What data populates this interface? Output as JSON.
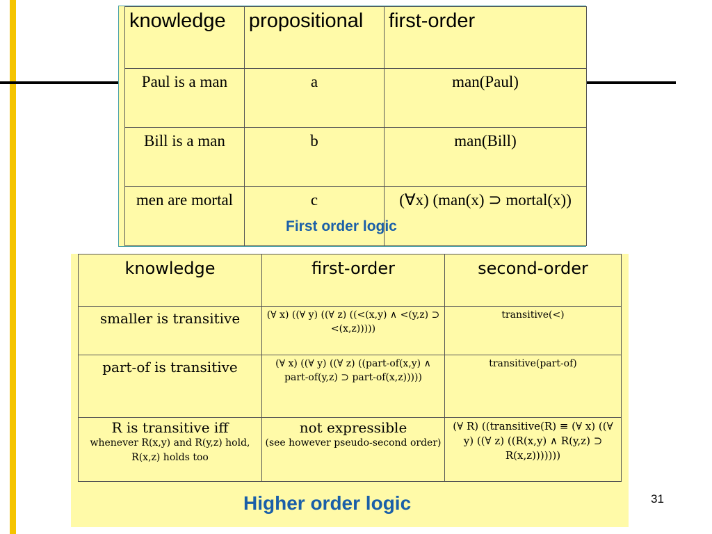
{
  "top_table": {
    "headers": [
      "knowledge",
      "propositional",
      "first-order"
    ],
    "rows": [
      [
        "Paul is a man",
        "a",
        "man(Paul)"
      ],
      [
        "Bill is a man",
        "b",
        "man(Bill)"
      ],
      [
        "men are mortal",
        "c",
        "(∀x) (man(x) ⊃ mortal(x))"
      ]
    ],
    "caption": "First order logic"
  },
  "bottom_table": {
    "headers": [
      "knowledge",
      "first-order",
      "second-order"
    ],
    "rows": [
      [
        "smaller is transitive",
        "(∀ x) ((∀ y) ((∀ z) ((<(x,y) ∧ <(y,z) ⊃ <(x,z)))))",
        "transitive(<)"
      ],
      [
        "part-of is transitive",
        "(∀ x) ((∀ y) ((∀ z) ((part-of(x,y) ∧ part-of(y,z) ⊃ part-of(x,z)))))",
        "transitive(part-of)"
      ]
    ],
    "last_row": {
      "knowledge_main": "R is transitive iff",
      "knowledge_sub": "whenever R(x,y) and R(y,z) hold, R(x,z) holds too",
      "first_order_main": "not expressible",
      "first_order_sub": "(see however pseudo-second order)",
      "second_order": "(∀ R) ((transitive(R) ≡ (∀ x) ((∀ y) ((∀ z) ((R(x,y) ∧ R(y,z) ⊃ R(x,z)))))))"
    },
    "caption": "Higher order logic"
  },
  "slide_number": "31",
  "colors": {
    "box_fill": "#fffaa8",
    "accent_bar": "#f5c400",
    "caption": "#1a5fa8"
  }
}
